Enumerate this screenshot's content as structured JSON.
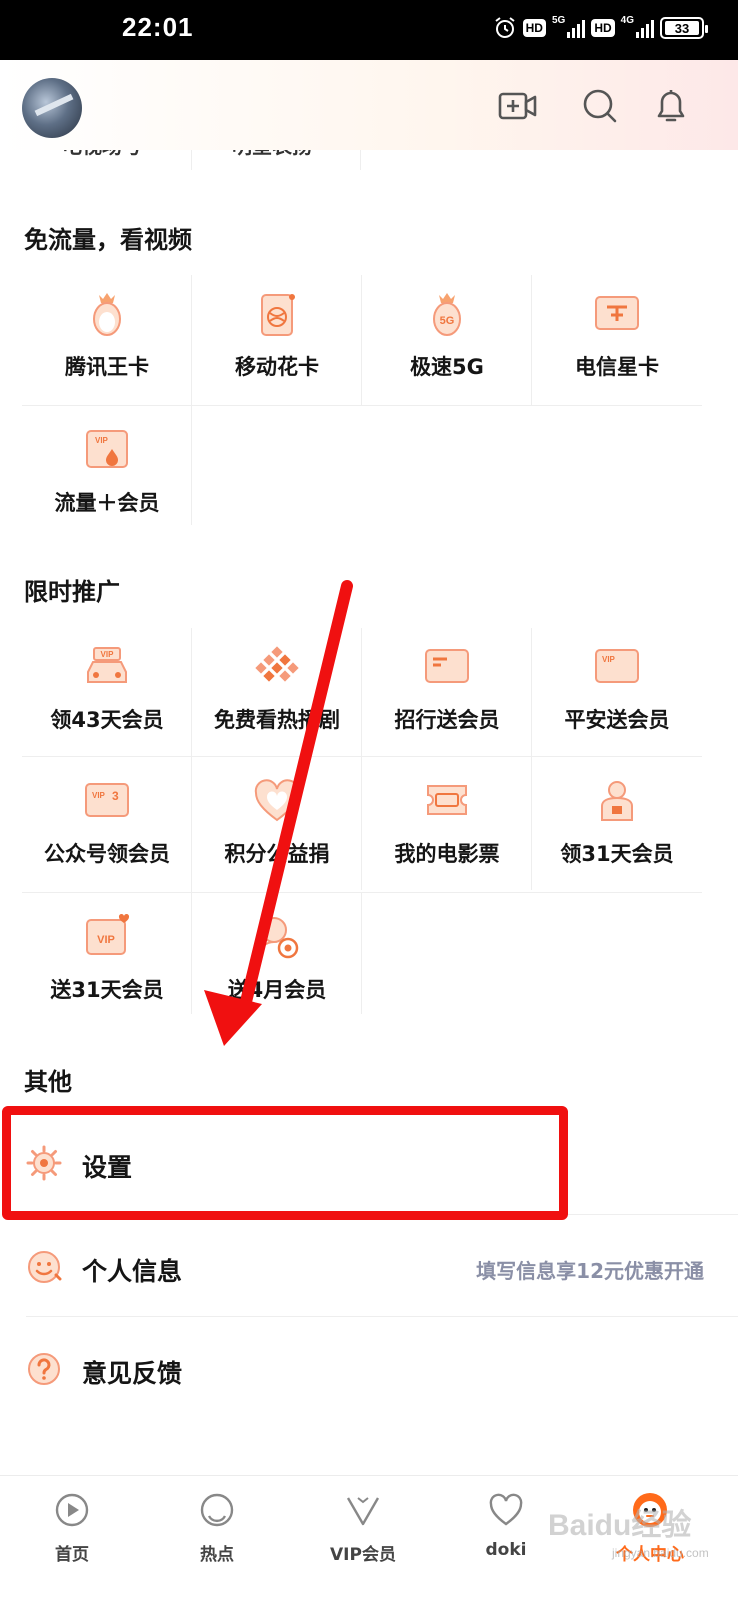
{
  "status_bar": {
    "time": "22:01",
    "network1_type": "HD",
    "network1_gen": "5G",
    "network2_type": "HD",
    "network2_gen": "4G",
    "battery": "33"
  },
  "header": {
    "icons": [
      "video-add-icon",
      "search-icon",
      "bell-icon"
    ]
  },
  "previous_row": {
    "items": [
      "电视场号",
      "明星表扬"
    ]
  },
  "free_data_section": {
    "title": "免流量，看视频",
    "items": [
      {
        "label": "腾讯王卡",
        "icon": "penguin-crown-icon"
      },
      {
        "label": "移动花卡",
        "icon": "mobile-card-icon"
      },
      {
        "label": "极速5G",
        "icon": "penguin-5g-icon"
      },
      {
        "label": "电信星卡",
        "icon": "telecom-card-icon"
      },
      {
        "label": "流量＋会员",
        "icon": "vip-data-card-icon"
      }
    ]
  },
  "promo_section": {
    "title": "限时推广",
    "items": [
      {
        "label": "领43天会员",
        "icon": "vip-car-icon"
      },
      {
        "label": "免费看热播剧",
        "icon": "checker-icon"
      },
      {
        "label": "招行送会员",
        "icon": "bank-card-icon"
      },
      {
        "label": "平安送会员",
        "icon": "vip-card-icon"
      },
      {
        "label": "公众号领会员",
        "icon": "vip-3-card-icon"
      },
      {
        "label": "积分公益捐",
        "icon": "heart-icon"
      },
      {
        "label": "我的电影票",
        "icon": "ticket-icon"
      },
      {
        "label": "领31天会员",
        "icon": "gift-figure-icon"
      },
      {
        "label": "送31天会员",
        "icon": "vip-heart-card-icon"
      },
      {
        "label": "送4月会员",
        "icon": "figure-badge-icon"
      }
    ]
  },
  "other_section": {
    "title": "其他",
    "items": [
      {
        "label": "设置",
        "sub": "",
        "icon": "gear-icon"
      },
      {
        "label": "个人信息",
        "sub": "填写信息享12元优惠开通",
        "icon": "smile-face-icon"
      },
      {
        "label": "意见反馈",
        "sub": "",
        "icon": "question-icon"
      }
    ]
  },
  "bottom_nav": {
    "items": [
      {
        "label": "首页",
        "icon": "home-play-icon",
        "active": false
      },
      {
        "label": "热点",
        "icon": "hot-circle-icon",
        "active": false
      },
      {
        "label": "VIP会员",
        "icon": "vip-v-icon",
        "active": false
      },
      {
        "label": "doki",
        "icon": "doki-heart-icon",
        "active": false
      },
      {
        "label": "个人中心",
        "icon": "profile-mascot-icon",
        "active": true
      }
    ]
  },
  "watermark": {
    "text": "Baidu经验",
    "sub": "jingyan.baidu.com"
  },
  "colors": {
    "accent": "#ff6a1a",
    "icon_tint": "#f59a7a",
    "annotation": "#f01010"
  }
}
